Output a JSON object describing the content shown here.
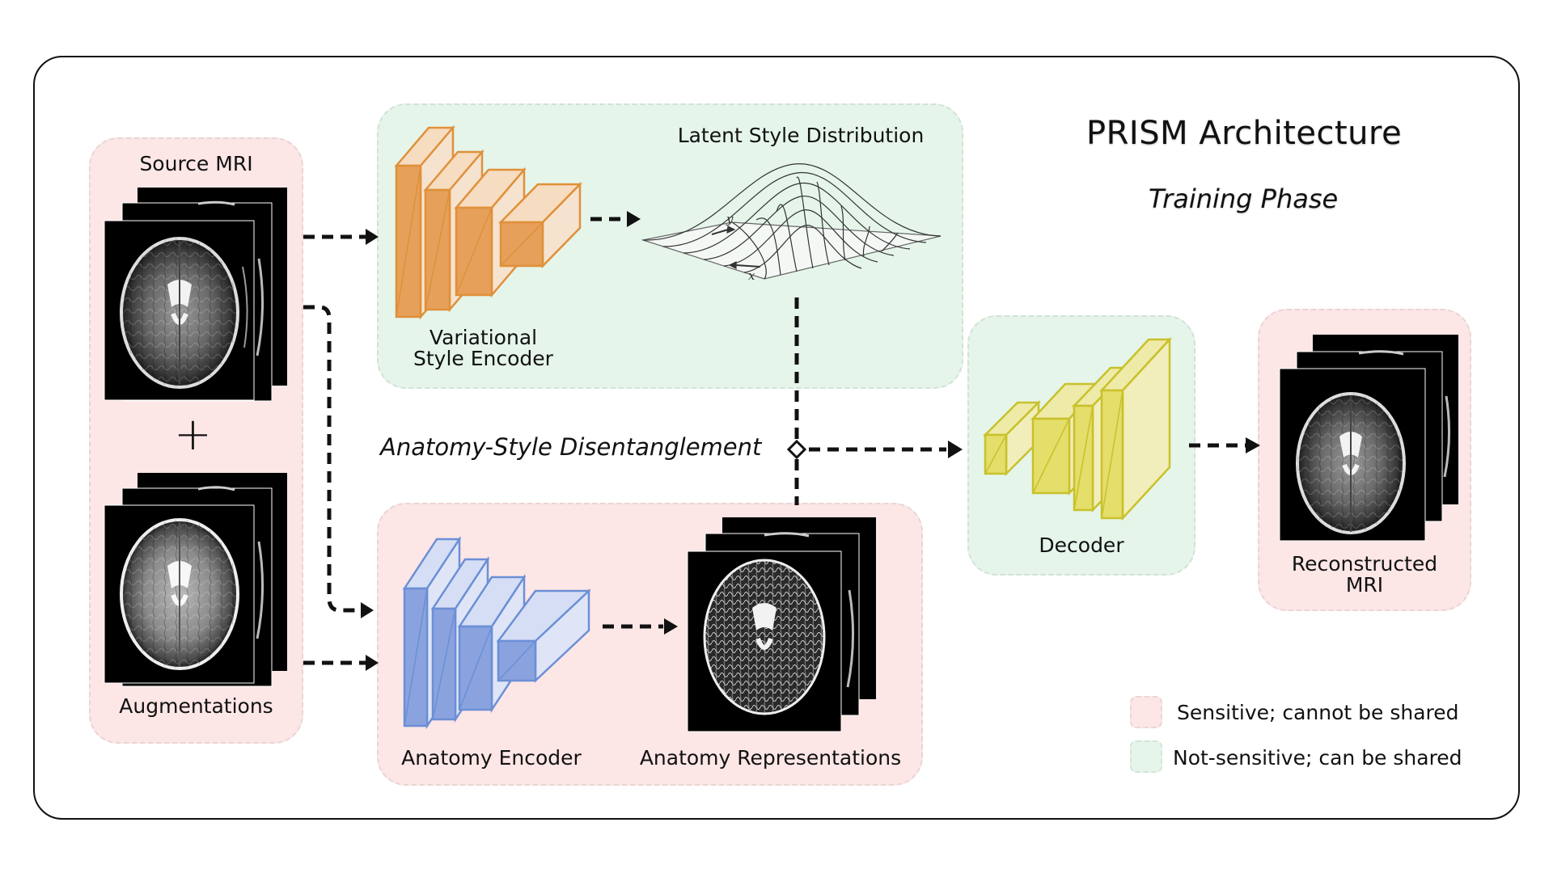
{
  "title": "PRISM Architecture",
  "subtitle": "Training Phase",
  "inputs": {
    "source_label": "Source MRI",
    "plus": "+",
    "augment_label": "Augmentations"
  },
  "style_branch": {
    "encoder_label": "Variational\nStyle Encoder",
    "latent_label": "Latent Style Distribution",
    "axis_y": "y",
    "axis_x": "x"
  },
  "disentangle_label": "Anatomy-Style Disentanglement",
  "anatomy_branch": {
    "encoder_label": "Anatomy Encoder",
    "repr_label": "Anatomy Representations"
  },
  "decoder_label": "Decoder",
  "output_label": "Reconstructed\nMRI",
  "legend": {
    "sensitive": "Sensitive; cannot be shared",
    "not_sensitive": "Not-sensitive; can be shared"
  },
  "colors": {
    "sensitive_bg": "#fde6e6",
    "shared_bg": "#e5f5ea",
    "style_encoder": "#e0903a",
    "anatomy_encoder": "#6b8fd6",
    "decoder": "#d9d23a"
  }
}
